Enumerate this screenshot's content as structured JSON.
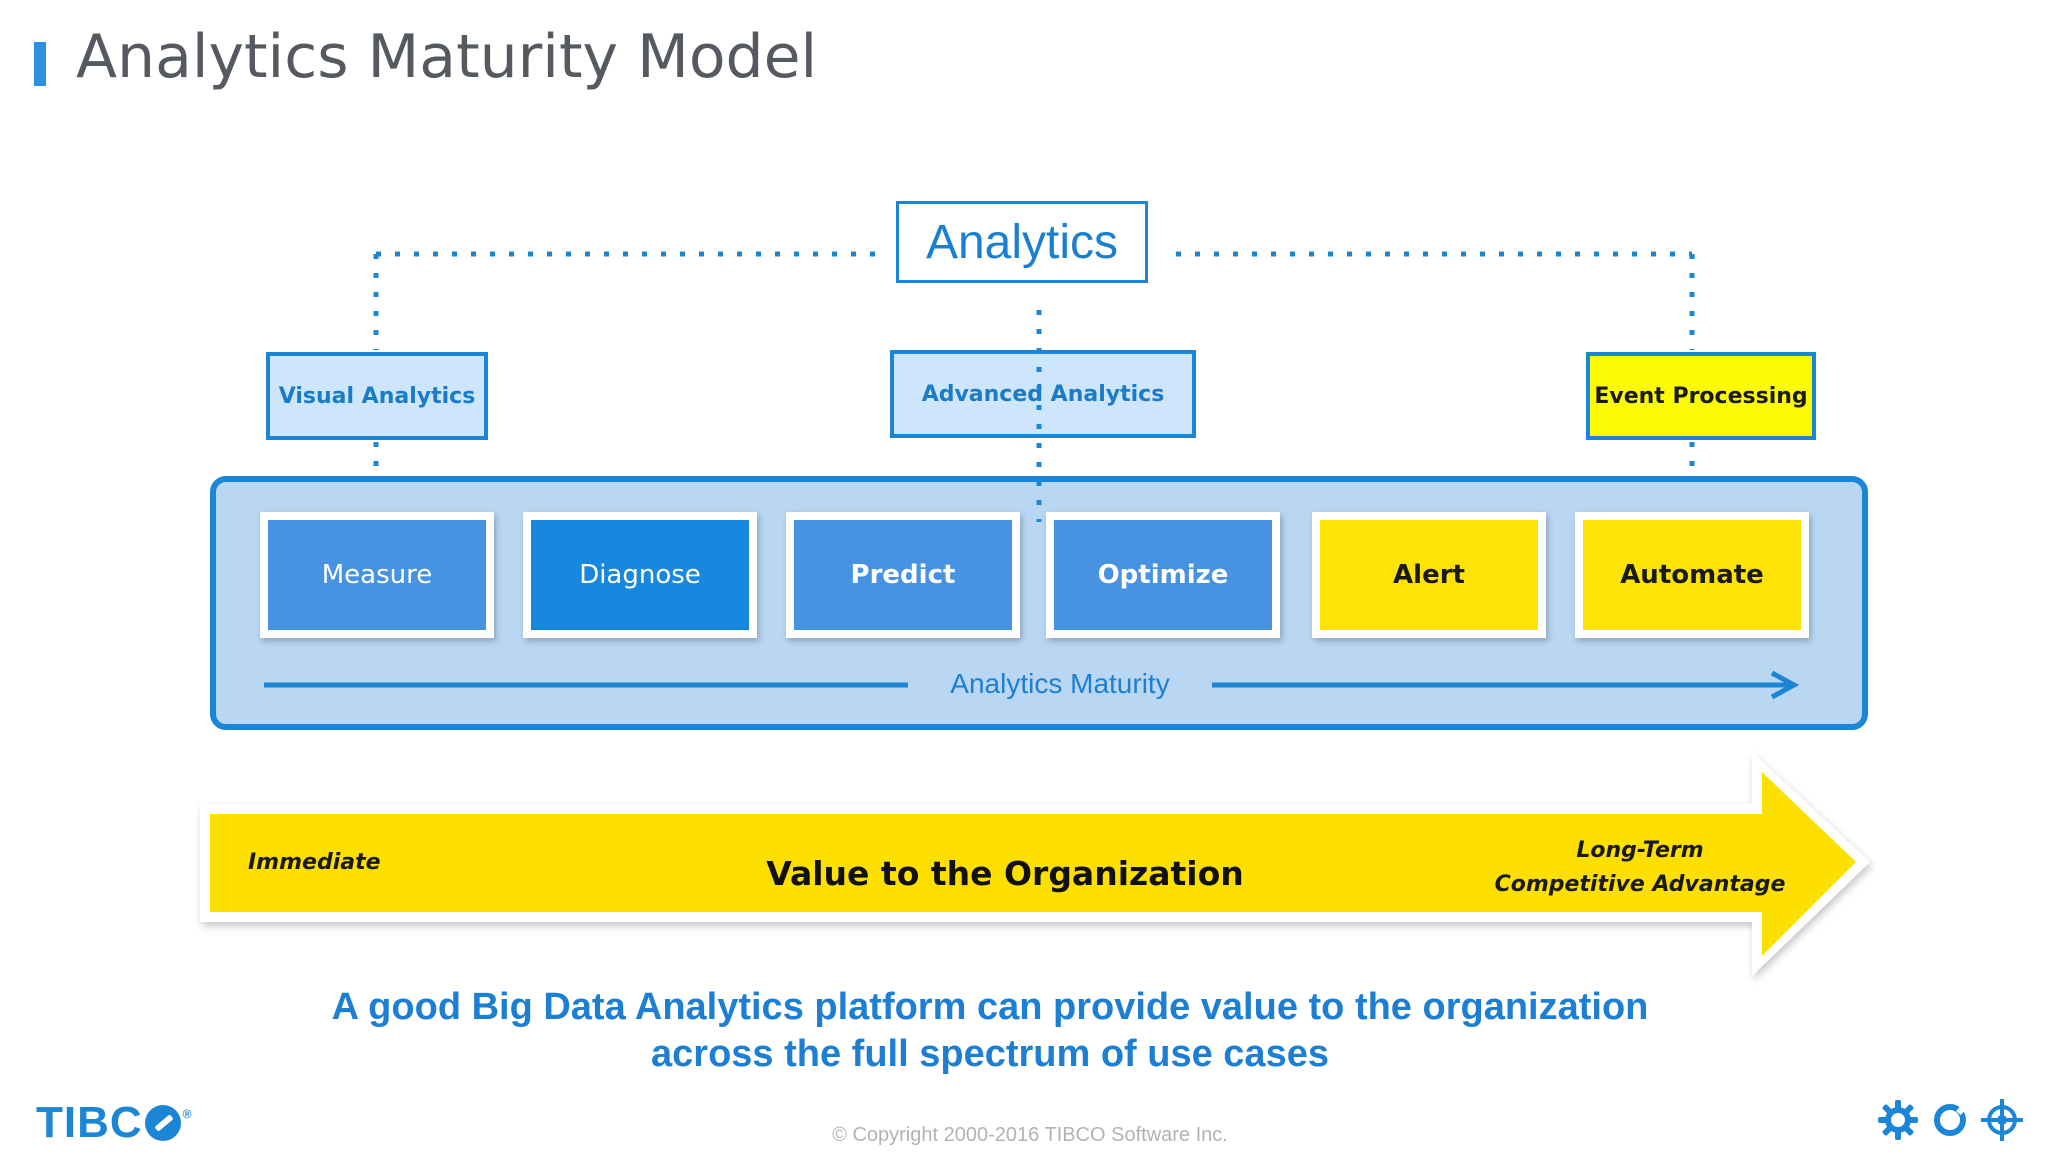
{
  "title": "Analytics Maturity Model",
  "analytics_header": "Analytics",
  "categories": {
    "visual": "Visual Analytics",
    "advanced": "Advanced Analytics",
    "event": "Event Processing"
  },
  "stages": [
    "Measure",
    "Diagnose",
    "Predict",
    "Optimize",
    "Alert",
    "Automate"
  ],
  "maturity_label": "Analytics Maturity",
  "value_arrow": {
    "left": "Immediate",
    "center": "Value to the Organization",
    "right_line1": "Long-Term",
    "right_line2": "Competitive Advantage"
  },
  "tagline": {
    "line1": "A good Big Data Analytics platform can provide value to the organization",
    "line2": "across the full spectrum of use cases"
  },
  "footer": {
    "logo_text": "TIBC",
    "logo_reg": "®",
    "copyright": "© Copyright 2000-2016 TIBCO Software Inc.",
    "icons": [
      "gear-icon",
      "ring-icon",
      "target-icon"
    ]
  },
  "colors": {
    "blue": "#1b86d6",
    "light_blue": "#cde6fb",
    "panel_blue": "#b9d7f3",
    "yellow": "#fde306",
    "highlight_yellow": "#fdfb03"
  }
}
